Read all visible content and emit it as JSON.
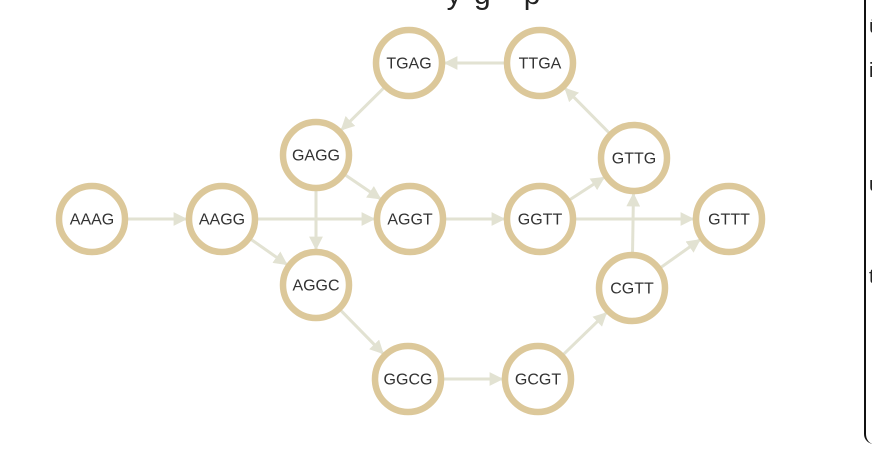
{
  "nodes": [
    {
      "id": "AAAG",
      "label": "AAAG"
    },
    {
      "id": "AAGG",
      "label": "AAGG"
    },
    {
      "id": "AGGC",
      "label": "AGGC"
    },
    {
      "id": "GAGG",
      "label": "GAGG"
    },
    {
      "id": "TGAG",
      "label": "TGAG"
    },
    {
      "id": "TTGA",
      "label": "TTGA"
    },
    {
      "id": "GTTG",
      "label": "GTTG"
    },
    {
      "id": "AGGT",
      "label": "AGGT"
    },
    {
      "id": "GGTT",
      "label": "GGTT"
    },
    {
      "id": "GTTT",
      "label": "GTTT"
    },
    {
      "id": "CGTT",
      "label": "CGTT"
    },
    {
      "id": "GGCG",
      "label": "GGCG"
    },
    {
      "id": "GCGT",
      "label": "GCGT"
    }
  ],
  "edges": [
    [
      "AAAG",
      "AAGG"
    ],
    [
      "AAGG",
      "AGGT"
    ],
    [
      "AAGG",
      "AGGC"
    ],
    [
      "GAGG",
      "AGGC"
    ],
    [
      "GAGG",
      "AGGT"
    ],
    [
      "TGAG",
      "GAGG"
    ],
    [
      "TTGA",
      "TGAG"
    ],
    [
      "GTTG",
      "TTGA"
    ],
    [
      "AGGT",
      "GGTT"
    ],
    [
      "GGTT",
      "GTTG"
    ],
    [
      "GGTT",
      "GTTT"
    ],
    [
      "AGGC",
      "GGCG"
    ],
    [
      "GGCG",
      "GCGT"
    ],
    [
      "GCGT",
      "CGTT"
    ],
    [
      "CGTT",
      "GTTG"
    ],
    [
      "CGTT",
      "GTTT"
    ]
  ],
  "colors": {
    "node_ring": "#dcc89a",
    "node_fill": "#ffffff",
    "edge": "#e2e2d2",
    "label": "#333333"
  },
  "fragments": {
    "title": "  y g   p",
    "panel_lines": [
      "ü",
      "i",
      "u",
      "t"
    ]
  }
}
